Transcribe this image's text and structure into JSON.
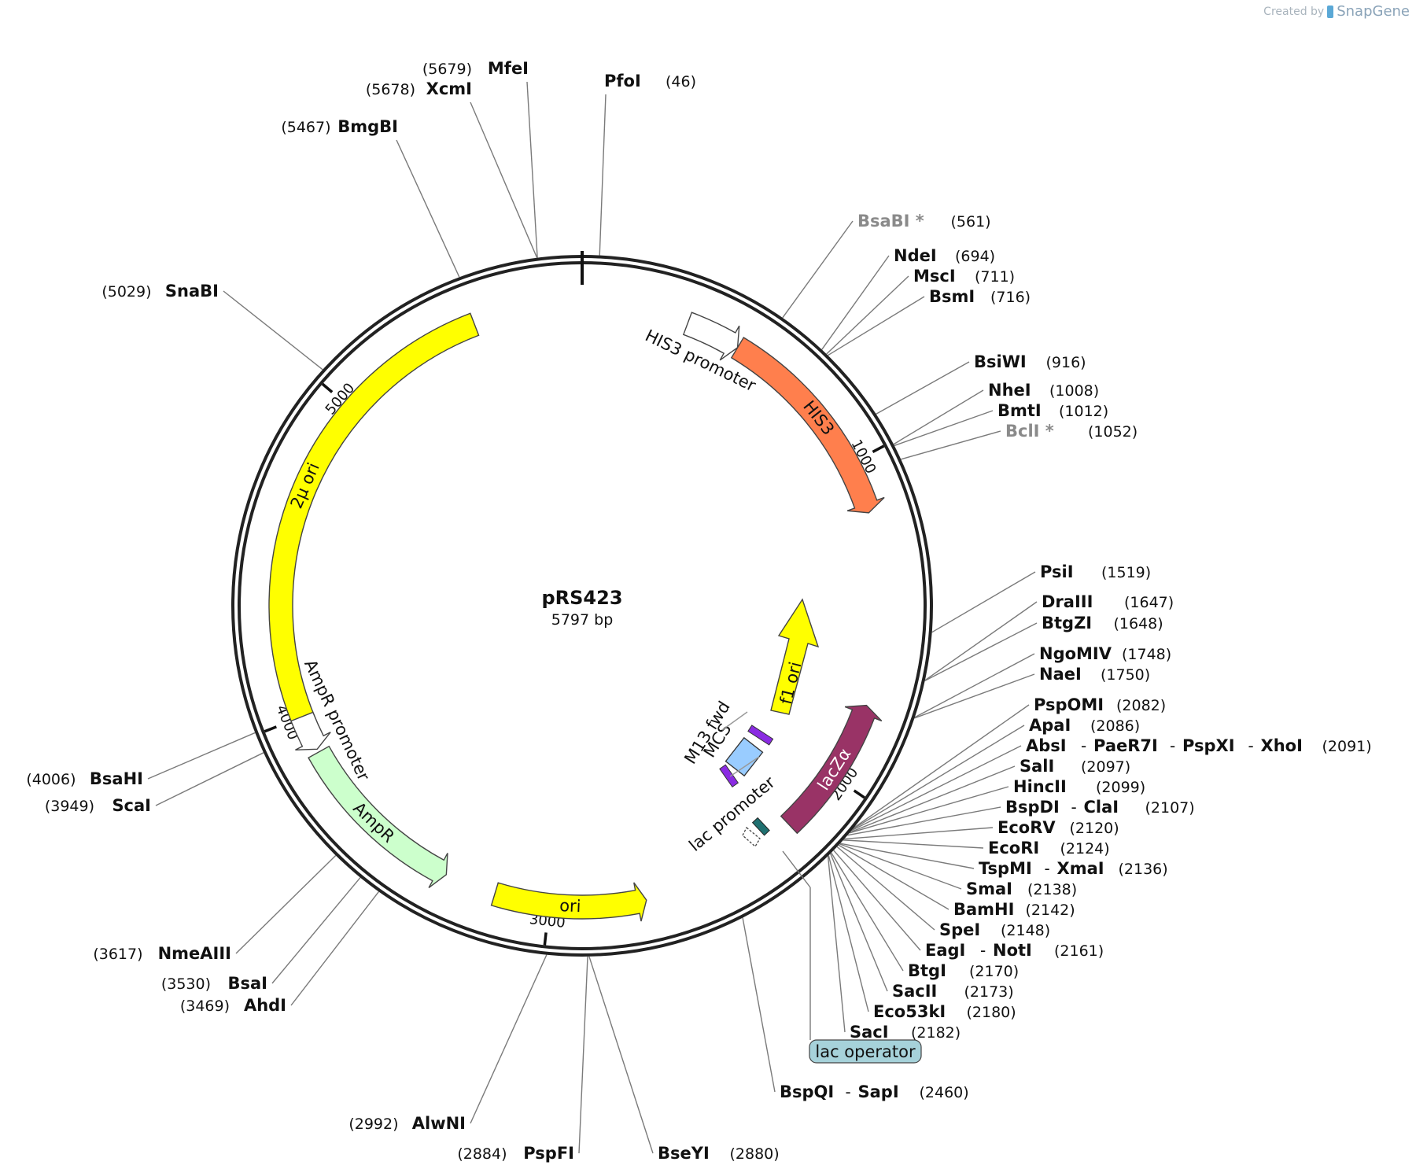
{
  "header": {
    "credit_prefix": "Created by",
    "credit_brand": "SnapGene",
    "credit_icon": "snapgene-logo-icon"
  },
  "plasmid": {
    "name": "pRS423",
    "length_label": "5797 bp",
    "length_bp": 5797
  },
  "ticks": [
    {
      "label": "1000",
      "bp": 1000
    },
    {
      "label": "2000",
      "bp": 2000
    },
    {
      "label": "3000",
      "bp": 3000
    },
    {
      "label": "4000",
      "bp": 4000
    },
    {
      "label": "5000",
      "bp": 5000
    }
  ],
  "features": [
    {
      "label": "2µ ori",
      "start": 3990,
      "end": 5460,
      "dir": 0,
      "color": "#ffff00",
      "kind": "arc"
    },
    {
      "label": "HIS3 promoter",
      "start": 330,
      "end": 500,
      "dir": 1,
      "color": "#ffffff",
      "kind": "arc"
    },
    {
      "label": "HIS3",
      "start": 500,
      "end": 1160,
      "dir": 1,
      "color": "#ff7f4d",
      "kind": "arc"
    },
    {
      "label": "AmpR promoter",
      "start": 3890,
      "end": 4000,
      "dir": -1,
      "color": "#ffffff",
      "kind": "arc"
    },
    {
      "label": "AmpR",
      "start": 3330,
      "end": 3880,
      "dir": -1,
      "color": "#ccffcc",
      "kind": "arc"
    },
    {
      "label": "ori",
      "start": 2700,
      "end": 3170,
      "dir": -1,
      "color": "#ffff00",
      "kind": "arc"
    },
    {
      "label": "lacZα",
      "start": 1760,
      "end": 2200,
      "dir": -1,
      "color": "#993366",
      "kind": "arc"
    },
    {
      "label": "f1 ori",
      "color": "#ffff00",
      "kind": "inner"
    },
    {
      "label": "M13 fwd",
      "color": "#8a2be2",
      "kind": "inner"
    },
    {
      "label": "MCS",
      "color": "#99ccff",
      "kind": "inner"
    },
    {
      "label": "lac promoter",
      "color": "#ffffff",
      "kind": "inner"
    },
    {
      "label": "lac operator",
      "color": "#a6d2da",
      "kind": "callout"
    }
  ],
  "sites": [
    {
      "name": "PfoI",
      "pos": "(46)",
      "bp": 46,
      "side": "right"
    },
    {
      "name": "BsaBI *",
      "pos": "(561)",
      "bp": 561,
      "side": "right",
      "dim": true
    },
    {
      "name": "NdeI",
      "pos": "(694)",
      "bp": 694,
      "side": "right"
    },
    {
      "name": "MscI",
      "pos": "(711)",
      "bp": 711,
      "side": "right"
    },
    {
      "name": "BsmI",
      "pos": "(716)",
      "bp": 716,
      "side": "right"
    },
    {
      "name": "BsiWI",
      "pos": "(916)",
      "bp": 916,
      "side": "right"
    },
    {
      "name": "NheI",
      "pos": "(1008)",
      "bp": 1008,
      "side": "right"
    },
    {
      "name": "BmtI",
      "pos": "(1012)",
      "bp": 1012,
      "side": "right"
    },
    {
      "name": "BclI *",
      "pos": "(1052)",
      "bp": 1052,
      "side": "right",
      "dim": true
    },
    {
      "name": "PsiI",
      "pos": "(1519)",
      "bp": 1519,
      "side": "right"
    },
    {
      "name": "DraIII",
      "pos": "(1647)",
      "bp": 1647,
      "side": "right"
    },
    {
      "name": "BtgZI",
      "pos": "(1648)",
      "bp": 1648,
      "side": "right"
    },
    {
      "name": "NgoMIV",
      "pos": "(1748)",
      "bp": 1748,
      "side": "right"
    },
    {
      "name": "NaeI",
      "pos": "(1750)",
      "bp": 1750,
      "side": "right"
    },
    {
      "name": "PspOMI",
      "pos": "(2082)",
      "bp": 2082,
      "side": "right"
    },
    {
      "name": "ApaI",
      "pos": "(2086)",
      "bp": 2086,
      "side": "right"
    },
    {
      "name": "AbsI - PaeR7I - PspXI - XhoI",
      "names": [
        "AbsI",
        "PaeR7I",
        "PspXI",
        "XhoI"
      ],
      "pos": "(2091)",
      "bp": 2091,
      "side": "right"
    },
    {
      "name": "SalI",
      "pos": "(2097)",
      "bp": 2097,
      "side": "right"
    },
    {
      "name": "HincII",
      "pos": "(2099)",
      "bp": 2099,
      "side": "right"
    },
    {
      "name": "BspDI - ClaI",
      "names": [
        "BspDI",
        "ClaI"
      ],
      "pos": "(2107)",
      "bp": 2107,
      "side": "right"
    },
    {
      "name": "EcoRV",
      "pos": "(2120)",
      "bp": 2120,
      "side": "right"
    },
    {
      "name": "EcoRI",
      "pos": "(2124)",
      "bp": 2124,
      "side": "right"
    },
    {
      "name": "TspMI - XmaI",
      "names": [
        "TspMI",
        "XmaI"
      ],
      "pos": "(2136)",
      "bp": 2136,
      "side": "right"
    },
    {
      "name": "SmaI",
      "pos": "(2138)",
      "bp": 2138,
      "side": "right"
    },
    {
      "name": "BamHI",
      "pos": "(2142)",
      "bp": 2142,
      "side": "right"
    },
    {
      "name": "SpeI",
      "pos": "(2148)",
      "bp": 2148,
      "side": "right"
    },
    {
      "name": "EagI - NotI",
      "names": [
        "EagI",
        "NotI"
      ],
      "pos": "(2161)",
      "bp": 2161,
      "side": "right"
    },
    {
      "name": "BtgI",
      "pos": "(2170)",
      "bp": 2170,
      "side": "right"
    },
    {
      "name": "SacII",
      "pos": "(2173)",
      "bp": 2173,
      "side": "right"
    },
    {
      "name": "Eco53kI",
      "pos": "(2180)",
      "bp": 2180,
      "side": "right"
    },
    {
      "name": "SacI",
      "pos": "(2182)",
      "bp": 2182,
      "side": "right"
    },
    {
      "name": "BspQI - SapI",
      "names": [
        "BspQI",
        "SapI"
      ],
      "pos": "(2460)",
      "bp": 2460,
      "side": "right"
    },
    {
      "name": "BseYI",
      "pos": "(2880)",
      "bp": 2880,
      "side": "right"
    },
    {
      "name": "PspFI",
      "pos": "(2884)",
      "bp": 2884,
      "side": "left"
    },
    {
      "name": "AlwNI",
      "pos": "(2992)",
      "bp": 2992,
      "side": "left"
    },
    {
      "name": "AhdI",
      "pos": "(3469)",
      "bp": 3469,
      "side": "left"
    },
    {
      "name": "BsaI",
      "pos": "(3530)",
      "bp": 3530,
      "side": "left"
    },
    {
      "name": "NmeAIII",
      "pos": "(3617)",
      "bp": 3617,
      "side": "left"
    },
    {
      "name": "ScaI",
      "pos": "(3949)",
      "bp": 3949,
      "side": "left"
    },
    {
      "name": "BsaHI",
      "pos": "(4006)",
      "bp": 4006,
      "side": "left"
    },
    {
      "name": "SnaBI",
      "pos": "(5029)",
      "bp": 5029,
      "side": "left"
    },
    {
      "name": "BmgBI",
      "pos": "(5467)",
      "bp": 5467,
      "side": "left"
    },
    {
      "name": "XcmI",
      "pos": "(5678)",
      "bp": 5678,
      "side": "left"
    },
    {
      "name": "MfeI",
      "pos": "(5679)",
      "bp": 5679,
      "side": "left"
    }
  ]
}
